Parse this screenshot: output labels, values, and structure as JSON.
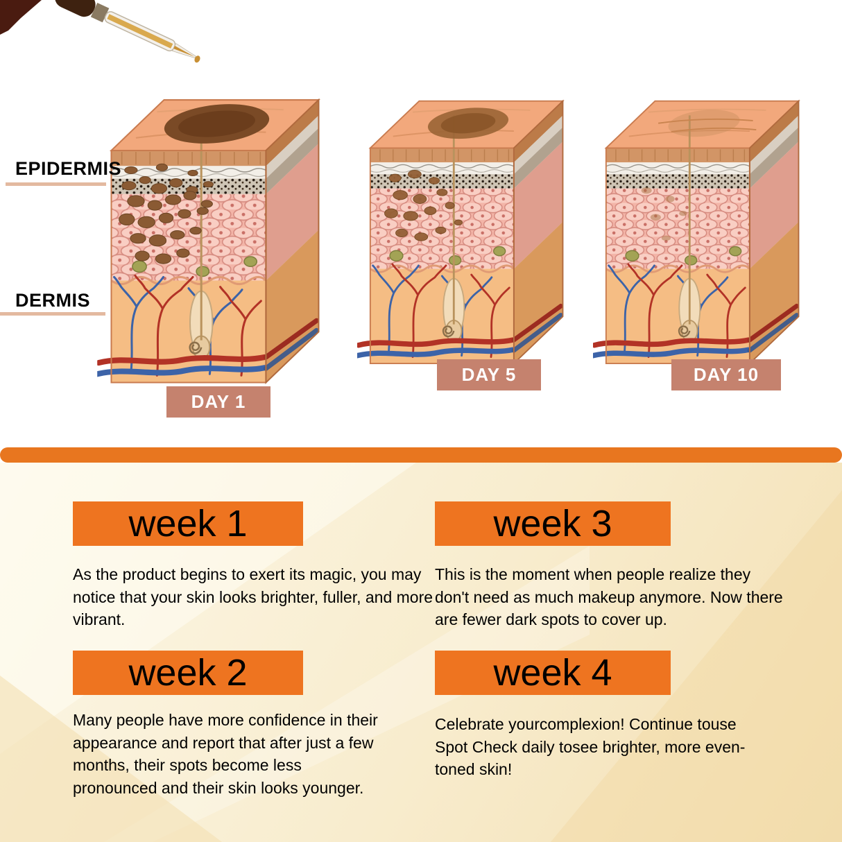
{
  "colors": {
    "divider_orange": "#E8761F",
    "week_box_orange": "#EE7420",
    "day_badge": "#C5826E",
    "panel_bg": "#F8ECCD"
  },
  "anatomy": {
    "epidermis_label": "EPIDERMIS",
    "dermis_label": "DERMIS"
  },
  "days": [
    {
      "label": "DAY 1"
    },
    {
      "label": "DAY 5"
    },
    {
      "label": "DAY 10"
    }
  ],
  "weeks": [
    {
      "label": "week 1",
      "text": "As the product begins to exert its magic, you may notice that your skin looks brighter, fuller, and more vibrant."
    },
    {
      "label": "week 2",
      "text": "Many people have more confidence in their appearance and report that after just a few months, their spots become less pronounced and their skin looks younger."
    },
    {
      "label": "week 3",
      "text": "This is the moment when people realize they don't need as much makeup anymore. Now there are fewer dark spots to cover up."
    },
    {
      "label": "week 4",
      "text": "Celebrate yourcomplexion! Continue touse Spot Check daily tosee brighter, more even-toned skin!"
    }
  ]
}
